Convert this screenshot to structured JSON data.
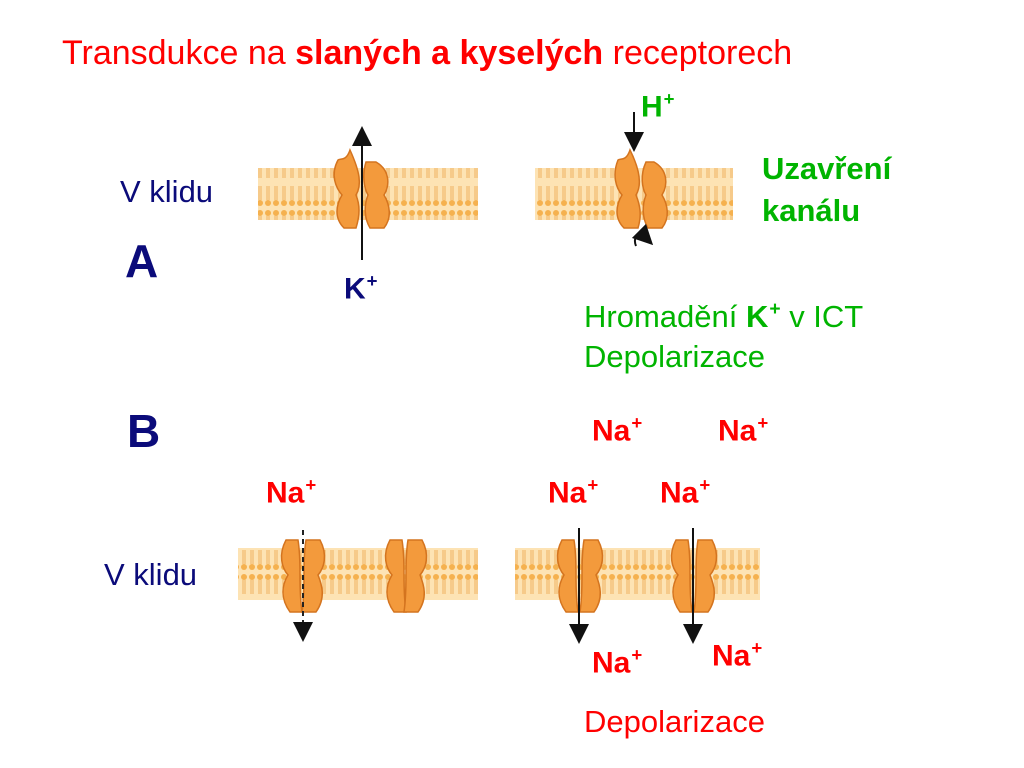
{
  "title": {
    "prefix": "Transdukce na ",
    "bold": "slaných a kyselých",
    "suffix": " receptorech"
  },
  "section_a": {
    "label": "A",
    "rest_label": "V klidu",
    "k_ion": "K",
    "k_charge": "+",
    "h_ion": "H",
    "h_charge": "+",
    "closure_line1": "Uzavření",
    "closure_line2": "kanálu",
    "accum_prefix": "Hromadění ",
    "accum_ion": "K",
    "accum_charge": "+",
    "accum_suffix": " v ICT",
    "depol": "Depolarizace"
  },
  "section_b": {
    "label": "B",
    "rest_label": "V klidu",
    "na_ion": "Na",
    "na_charge": "+",
    "depol": "Depolarizace"
  },
  "colors": {
    "title": "#ff0000",
    "navy": "#0b0b7a",
    "green": "#00b400",
    "red": "#ff0000",
    "membrane": "#f7c47a",
    "channel": "#f39a3c"
  }
}
